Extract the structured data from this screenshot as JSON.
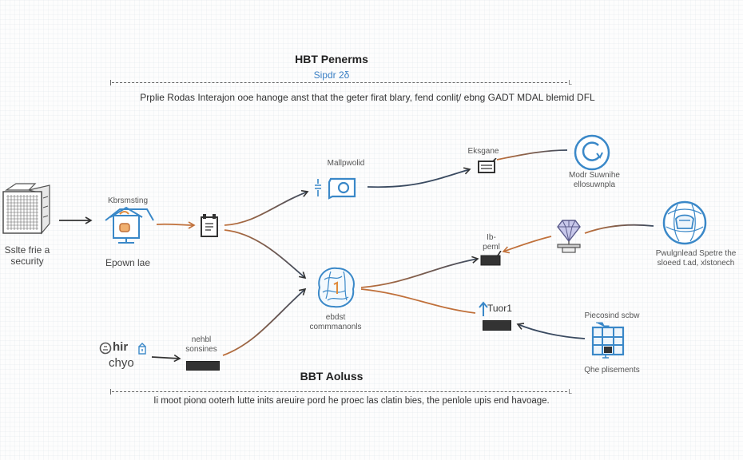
{
  "header": {
    "title": "HBT Penerms",
    "subtitle": "Sipdr 2δ",
    "description": "Prplie Rodas Interajon ooe hanoge anst that the geter firat blary, fend conliț/ ebng GADT MDAL blemid DFL"
  },
  "footer": {
    "title": "BBT Aoluss",
    "description": "Ii moot pionɑ ooterh lutte inits areuire pord he proec las clatin bies, the penlole upis end havoage."
  },
  "colors": {
    "accent_blue": "#3a88c8",
    "edge_orange": "#c0703a",
    "edge_dark": "#3a4a60",
    "icon_dark": "#333333"
  },
  "nodes": {
    "server": {
      "label_line1": "Sslte frie a",
      "label_line2": "security",
      "icon": "server-rack-icon"
    },
    "monitor": {
      "label_top": "Kbrsmsting",
      "label_bottom": "Epown lae",
      "icon": "house-monitor-icon"
    },
    "clipboard": {
      "icon": "clipboard-icon"
    },
    "mailpwold": {
      "label": "Mallpwolid",
      "icon": "mailbox-icon"
    },
    "eksgane": {
      "label": "Eksgane",
      "icon": "card-window-icon"
    },
    "refresh": {
      "label_line1": "Modr Suwnihe",
      "label_line2": "ellosuwnpla",
      "icon": "refresh-circle-icon"
    },
    "globe": {
      "label_line1": "Pwulgnlead Spetre the",
      "label_line2": "sloeed t.ad, xlstonech",
      "icon": "globe-icon"
    },
    "lamp": {
      "icon": "diamond-lamp-icon"
    },
    "ppent": {
      "label_line1": "Ib-",
      "label_line2": "peml",
      "icon": "terminal-bar-icon"
    },
    "brain": {
      "label_line1": "ebdst",
      "label_line2": "commmanonls",
      "icon": "brain-network-icon"
    },
    "tuor": {
      "label": "Tuor1",
      "icon": "upload-bar-icon"
    },
    "building": {
      "label_top": "Piecosind scbw",
      "label_bottom": "Qhe plisements",
      "icon": "building-icon"
    },
    "hir": {
      "label_line1": "hir",
      "label_line2": "chyo",
      "icon": "user-lock-icon"
    },
    "nehbl": {
      "label_line1": "nehbl",
      "label_line2": "sonsines",
      "icon": "dark-bar-icon"
    }
  }
}
